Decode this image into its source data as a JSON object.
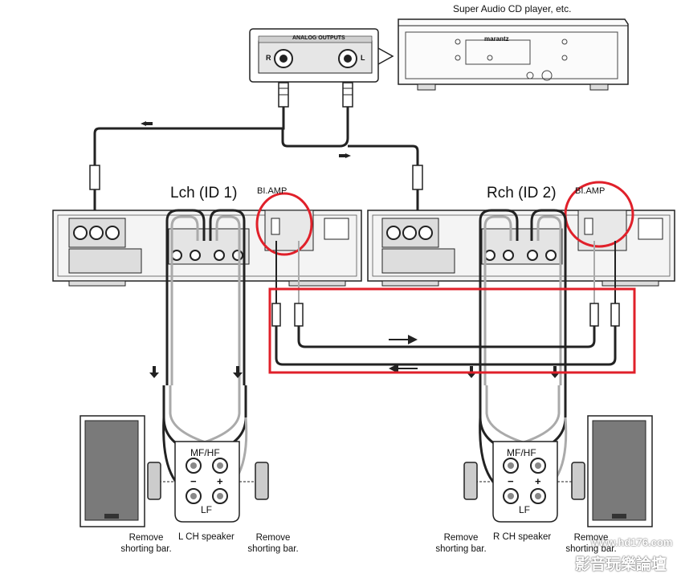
{
  "player_label": "Super Audio CD player, etc.",
  "player_brand": "marantz",
  "analog_outputs_label": "ANALOG OUTPUTS",
  "jack_r": "R",
  "jack_l": "L",
  "lch_title": "Lch (ID 1)",
  "rch_title": "Rch (ID 2)",
  "biamp_left": "BI.AMP",
  "biamp_right": "BI.AMP",
  "mfhf_left": "MF/HF",
  "mfhf_right": "MF/HF",
  "lf_left": "LF",
  "lf_right": "LF",
  "minus_left": "−",
  "plus_left": "+",
  "minus_right": "−",
  "plus_right": "+",
  "remove_1": "Remove\nshorting bar.",
  "remove_2": "Remove\nshorting bar.",
  "remove_3": "Remove\nshorting bar.",
  "remove_4": "Remove\nshorting bar.",
  "lch_speaker": "L CH speaker",
  "rch_speaker": "R CH speaker",
  "watermark": "影音玩樂論壇",
  "watermark_url": "www.hd176.com",
  "colors": {
    "highlight": "#e0202a",
    "cable": "#222222",
    "cable_gray": "#aaaaaa",
    "panel": "#f4f4f4"
  }
}
